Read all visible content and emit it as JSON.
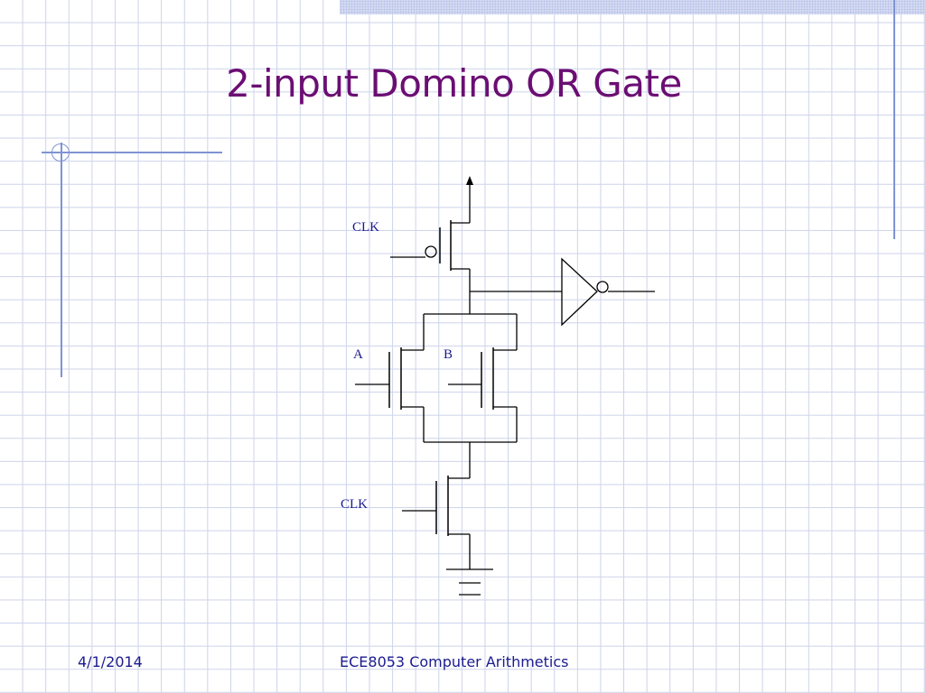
{
  "slide": {
    "title": "2-input Domino OR Gate"
  },
  "circuit": {
    "labels": {
      "clk_top": "CLK",
      "input_a": "A",
      "input_b": "B",
      "clk_bottom": "CLK"
    }
  },
  "footer": {
    "date": "4/1/2014",
    "course": "ECE8053 Computer Arithmetics"
  },
  "colors": {
    "title": "#6b0e73",
    "text": "#1b1b8f",
    "grid": "#cdd3ea",
    "accent": "#7f93d4"
  }
}
